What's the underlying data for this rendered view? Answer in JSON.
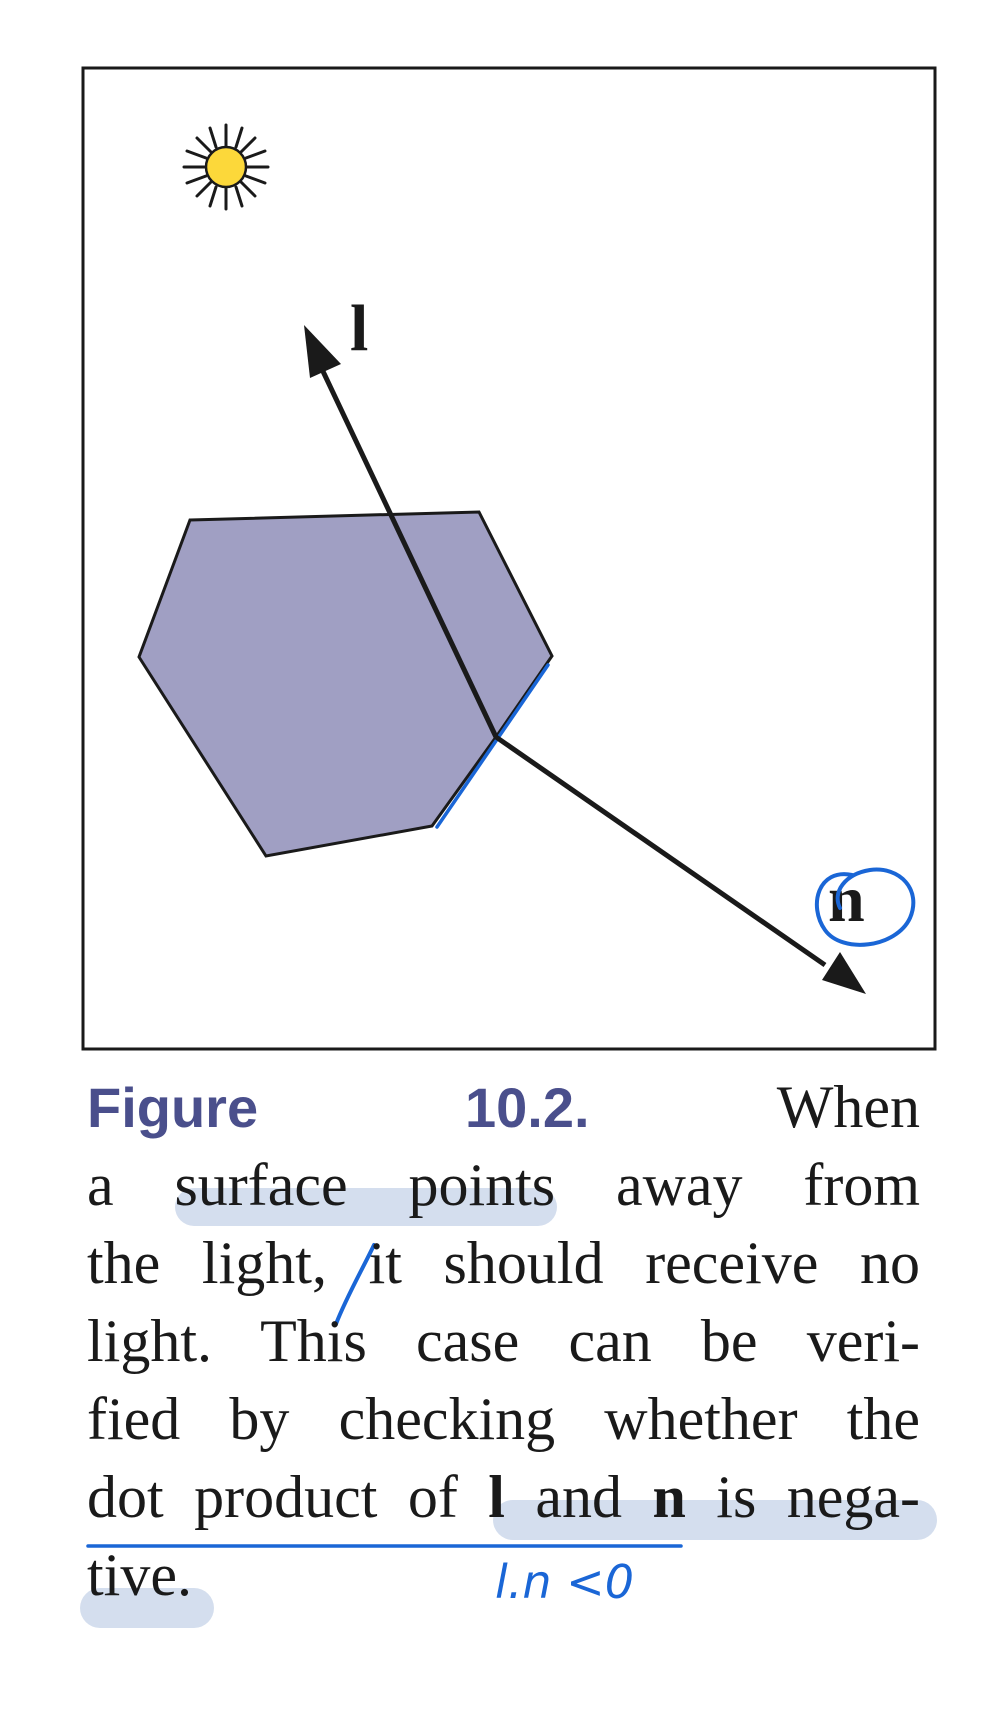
{
  "figure": {
    "vector_l": "l",
    "vector_n": "n",
    "colors": {
      "polygon": "#a09fc3",
      "sun": "#fcd83a",
      "ink": "#1a66d6",
      "highlight": "#d4deee"
    }
  },
  "caption": {
    "label": "Figure 10.2.",
    "line1": "When",
    "line2": "a surface points away from",
    "line3": "the light, it should receive no",
    "line4": "light. This case can be veri-",
    "line5": "fied by checking whether the",
    "line6a": "dot product of ",
    "line6b": "l",
    "line6c": " and ",
    "line6d": "n",
    "line6e": " is nega-",
    "line7": "tive."
  },
  "annotations": {
    "handwritten_note": "l.n <0"
  }
}
